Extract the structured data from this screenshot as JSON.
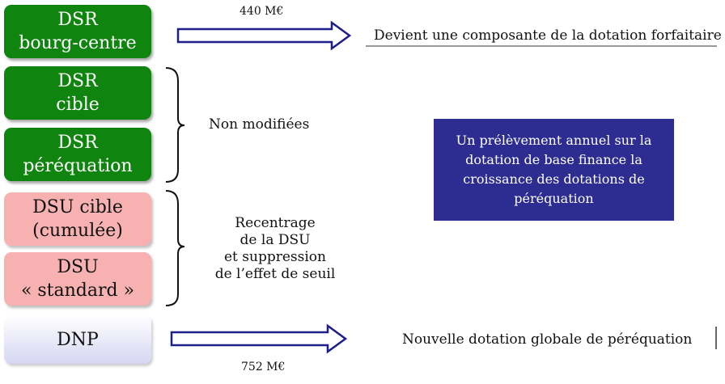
{
  "boxes": [
    {
      "line1": "DSR",
      "line2": "bourg-centre"
    },
    {
      "line1": "DSR",
      "line2": "cible"
    },
    {
      "line1": "DSR",
      "line2": "péréquation"
    },
    {
      "line1": "DSU cible",
      "line2": "(cumulée)"
    },
    {
      "line1": "DSU",
      "line2": "« standard »"
    },
    {
      "line1": "DNP"
    }
  ],
  "arrows": {
    "top_label": "440 M€",
    "bottom_label": "752 M€"
  },
  "results": {
    "top": "Devient une composante de la dotation forfaitaire",
    "bottom": "Nouvelle dotation globale de péréquation"
  },
  "groups": {
    "first": "Non modifiées",
    "second": [
      "Recentrage",
      "de la DSU",
      "et suppression",
      "de l’effet de seuil"
    ]
  },
  "note": [
    "Un prélèvement annuel sur la",
    "dotation de base finance la",
    "croissance des dotations de",
    "péréquation"
  ],
  "colors": {
    "green": "#0f840f",
    "pink": "#f7b1b1",
    "blue": "#2d2d91",
    "lavender": "#d6d6f3"
  }
}
